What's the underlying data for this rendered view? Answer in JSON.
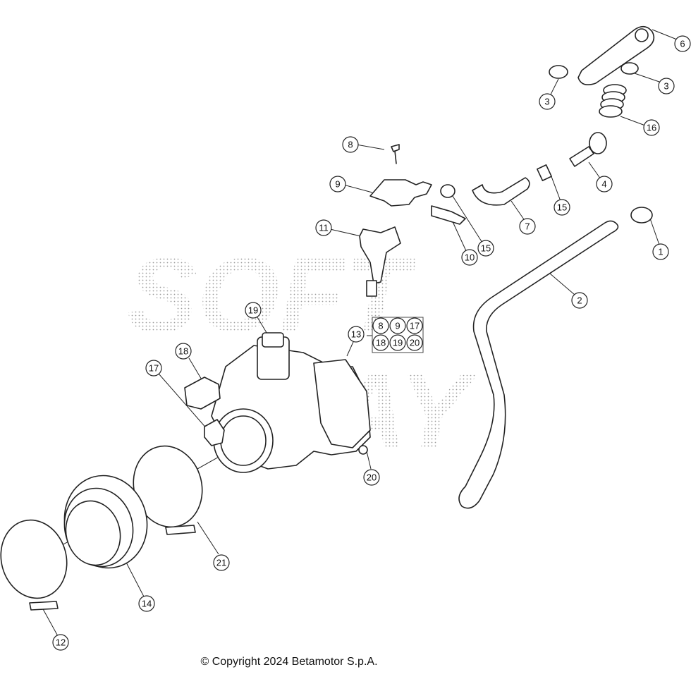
{
  "watermark": {
    "line1": "SOFT",
    "line2": "DAY"
  },
  "copyright": "© Copyright 2024 Betamotor S.p.A.",
  "callouts": [
    {
      "id": "c1",
      "label": "1"
    },
    {
      "id": "c2",
      "label": "2"
    },
    {
      "id": "c3a",
      "label": "3"
    },
    {
      "id": "c3b",
      "label": "3"
    },
    {
      "id": "c4",
      "label": "4"
    },
    {
      "id": "c6",
      "label": "6"
    },
    {
      "id": "c7",
      "label": "7"
    },
    {
      "id": "c8",
      "label": "8"
    },
    {
      "id": "c9",
      "label": "9"
    },
    {
      "id": "c10",
      "label": "10"
    },
    {
      "id": "c11",
      "label": "11"
    },
    {
      "id": "c12",
      "label": "12"
    },
    {
      "id": "c13",
      "label": "13"
    },
    {
      "id": "c14",
      "label": "14"
    },
    {
      "id": "c15a",
      "label": "15"
    },
    {
      "id": "c15b",
      "label": "15"
    },
    {
      "id": "c16",
      "label": "16"
    },
    {
      "id": "c17",
      "label": "17"
    },
    {
      "id": "c18",
      "label": "18"
    },
    {
      "id": "c19",
      "label": "19"
    },
    {
      "id": "c20",
      "label": "20"
    },
    {
      "id": "c21",
      "label": "21"
    }
  ],
  "kit_group": {
    "parent": "13",
    "items": [
      "8",
      "9",
      "17",
      "18",
      "19",
      "20"
    ]
  }
}
